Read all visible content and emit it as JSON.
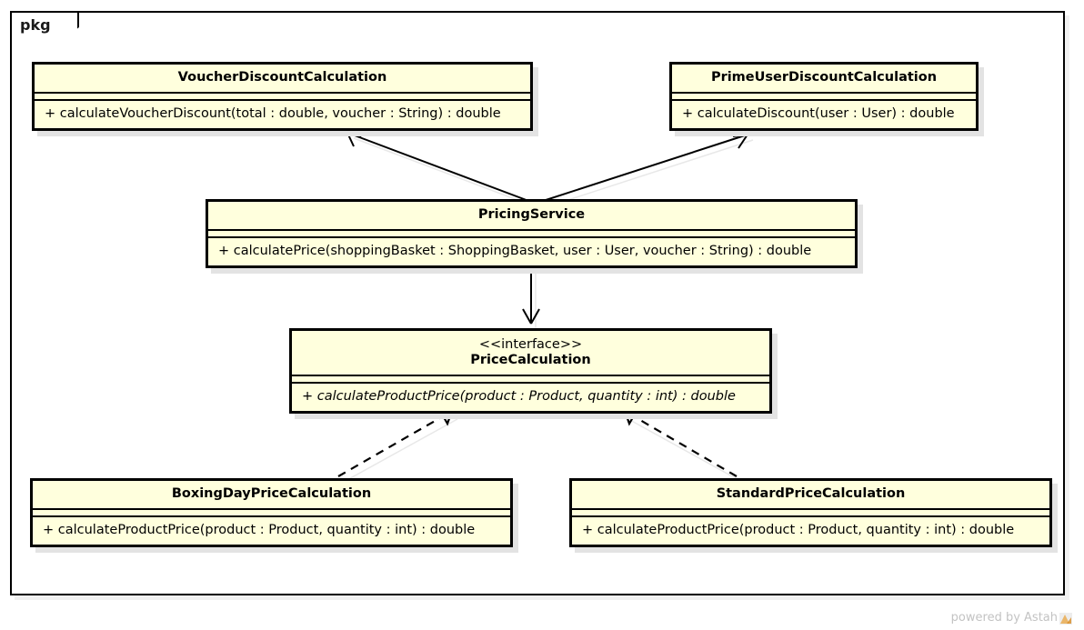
{
  "diagram": {
    "type": "uml-class-diagram",
    "package_label": "pkg",
    "footer_text": "powered by Astah",
    "footer_logo_icon": "astah-logo-icon",
    "colors": {
      "class_fill": "#ffffdd",
      "class_border": "#000000",
      "frame_border": "#000000",
      "shadow": "#e3e3e3",
      "footer_text": "#c3c3c3",
      "logo_accent": "#e8a33d"
    }
  },
  "classes": [
    {
      "id": "voucher",
      "name": "VoucherDiscountCalculation",
      "stereotype": "",
      "abstract": false,
      "operations": [
        "+ calculateVoucherDiscount(total : double, voucher : String) : double"
      ]
    },
    {
      "id": "prime",
      "name": "PrimeUserDiscountCalculation",
      "stereotype": "",
      "abstract": false,
      "operations": [
        "+ calculateDiscount(user : User) : double"
      ]
    },
    {
      "id": "pricing",
      "name": "PricingService",
      "stereotype": "",
      "abstract": false,
      "operations": [
        "+ calculatePrice(shoppingBasket : ShoppingBasket, user : User, voucher : String) : double"
      ]
    },
    {
      "id": "priceCalculation",
      "name": "PriceCalculation",
      "stereotype": "<<interface>>",
      "abstract": true,
      "operations": [
        "+ calculateProductPrice(product : Product, quantity : int) : double"
      ]
    },
    {
      "id": "boxingDay",
      "name": "BoxingDayPriceCalculation",
      "stereotype": "",
      "abstract": false,
      "operations": [
        "+ calculateProductPrice(product : Product, quantity : int) : double"
      ]
    },
    {
      "id": "standard",
      "name": "StandardPriceCalculation",
      "stereotype": "",
      "abstract": false,
      "operations": [
        "+ calculateProductPrice(product : Product, quantity : int) : double"
      ]
    }
  ],
  "relationships": [
    {
      "from": "pricing",
      "to": "voucher",
      "kind": "association",
      "arrow": "open",
      "line": "solid"
    },
    {
      "from": "pricing",
      "to": "prime",
      "kind": "association",
      "arrow": "open",
      "line": "solid"
    },
    {
      "from": "pricing",
      "to": "priceCalculation",
      "kind": "association",
      "arrow": "open",
      "line": "solid"
    },
    {
      "from": "boxingDay",
      "to": "priceCalculation",
      "kind": "realization",
      "arrow": "hollow-triangle",
      "line": "dashed"
    },
    {
      "from": "standard",
      "to": "priceCalculation",
      "kind": "realization",
      "arrow": "hollow-triangle",
      "line": "dashed"
    }
  ]
}
